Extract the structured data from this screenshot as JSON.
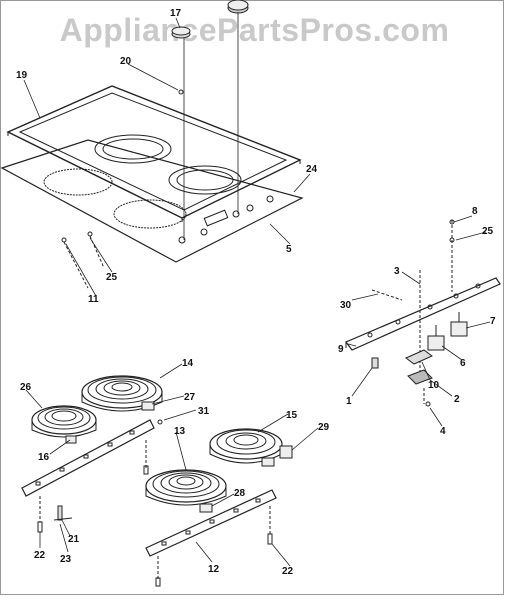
{
  "watermark": "AppliancePartsPros.com",
  "callouts": {
    "c1": "1",
    "c2": "2",
    "c3": "3",
    "c4": "4",
    "c5": "5",
    "c6": "6",
    "c7": "7",
    "c8": "8",
    "c9": "9",
    "c10": "10",
    "c11": "11",
    "c12": "12",
    "c13": "13",
    "c14": "14",
    "c15": "15",
    "c16": "16",
    "c17": "17",
    "c19": "19",
    "c20": "20",
    "c21": "21",
    "c22a": "22",
    "c22b": "22",
    "c23": "23",
    "c24": "24",
    "c25a": "25",
    "c25b": "25",
    "c26": "26",
    "c27": "27",
    "c28": "28",
    "c29": "29",
    "c30": "30",
    "c31": "31"
  }
}
